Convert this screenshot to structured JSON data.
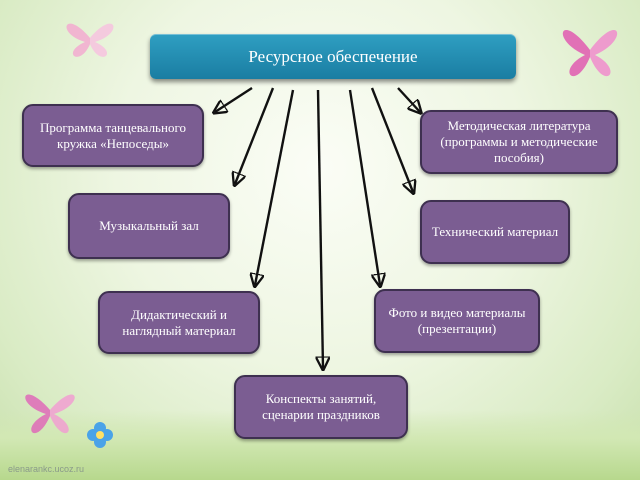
{
  "title": "Ресурсное обеспечение",
  "boxes": {
    "program": "Программа танцевального кружка «Непоседы»",
    "literature": "Методическая литература (программы и методические пособия)",
    "hall": "Музыкальный зал",
    "technical": "Технический материал",
    "didactic": "Дидактический и наглядный материал",
    "media": "Фото и видео материалы (презентации)",
    "notes": "Конспекты занятий, сценарии праздников"
  },
  "credit": "elenarankc.ucoz.ru",
  "colors": {
    "title_fill": "#1a7da2",
    "box_fill": "#7b5d92",
    "box_border": "#3e3050",
    "arrow": "#111111"
  }
}
